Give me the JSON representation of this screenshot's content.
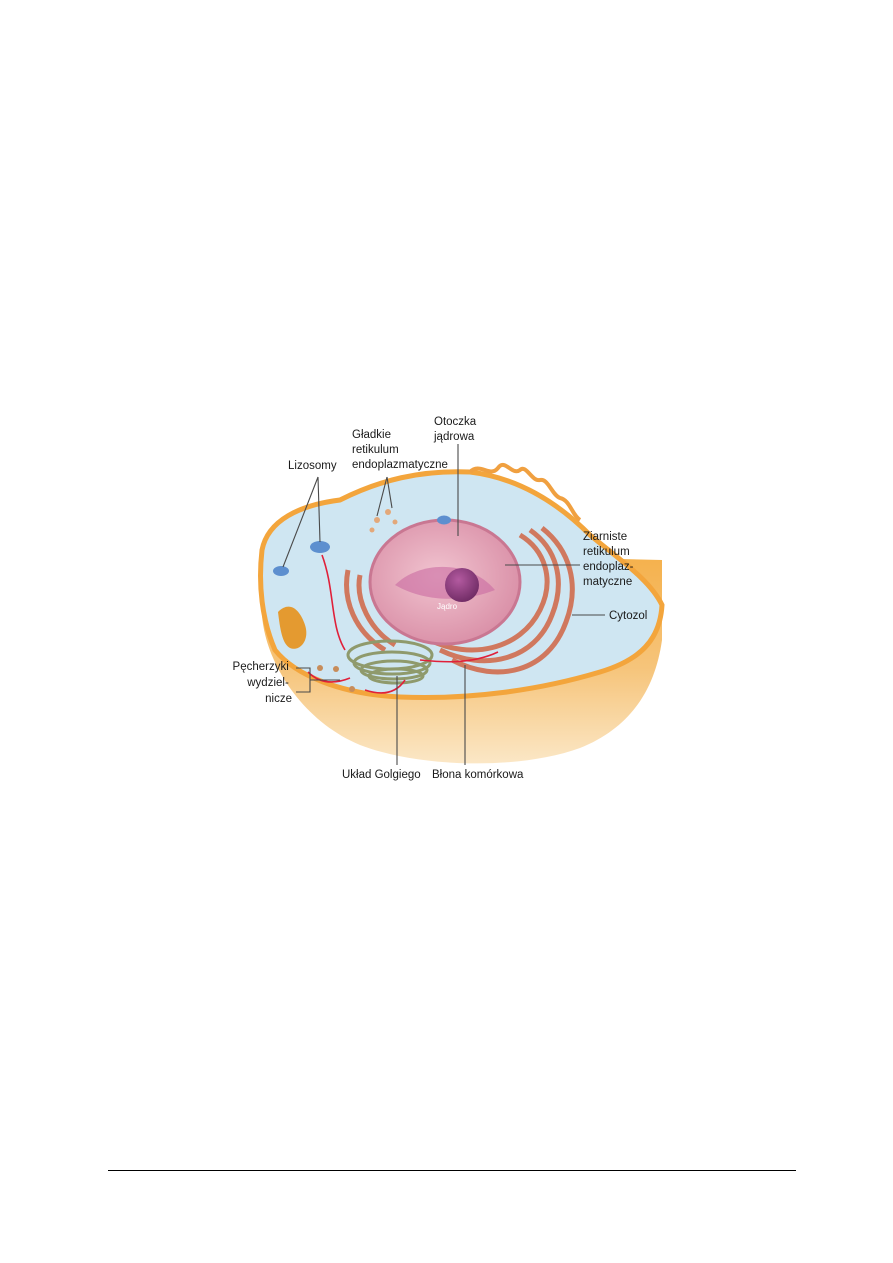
{
  "diagram": {
    "labels": {
      "gladkie": [
        "Gładkie",
        "retikulum",
        "endoplazmatyczne"
      ],
      "otoczka": [
        "Otoczka",
        "jądrowa"
      ],
      "lizosomy": "Lizosomy",
      "ziarniste": [
        "Ziarniste",
        "retikulum",
        "endoplaz-",
        "matyczne"
      ],
      "cytozol": "Cytozol",
      "jadro": "Jądro",
      "pecherzyki": [
        "Pęcherzyki",
        "wydziel-",
        "nicze"
      ],
      "golgi": "Układ Golgiego",
      "blona": "Błona komórkowa"
    },
    "colors": {
      "membrane": "#f3a53c",
      "cytoplasm": "#cfe6f2",
      "nucleus": "#e4a1b8",
      "nucleolus": "#8e3b7c",
      "er": "#d0785e",
      "golgi": "#9aa37a",
      "arrows": "#e0203a"
    }
  }
}
